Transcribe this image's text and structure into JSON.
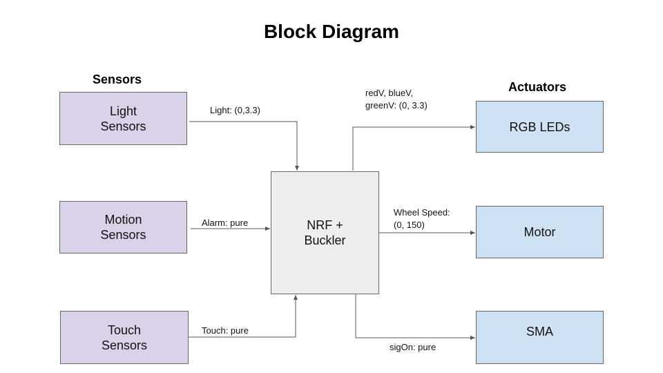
{
  "title": "Block Diagram",
  "headings": {
    "sensors": "Sensors",
    "actuators": "Actuators"
  },
  "sensors": [
    {
      "label": "Light\nSensors"
    },
    {
      "label": "Motion\nSensors"
    },
    {
      "label": "Touch\nSensors"
    }
  ],
  "controller": {
    "label": "NRF +\nBuckler"
  },
  "actuators": [
    {
      "label": "RGB LEDs"
    },
    {
      "label": "Motor"
    },
    {
      "label": "SMA"
    }
  ],
  "signals": {
    "light": "Light: (0,3.3)",
    "alarm": "Alarm: pure",
    "touch": "Touch: pure",
    "rgb": "redV, blueV,\ngreenV: (0, 3.3)",
    "wheel": "Wheel Speed:\n(0, 150)",
    "sig": "sigOn: pure"
  },
  "colors": {
    "sensor_fill": "#d9d2e9",
    "actuator_fill": "#cfe2f3",
    "controller_fill": "#eeeeee",
    "wire": "#555555"
  }
}
